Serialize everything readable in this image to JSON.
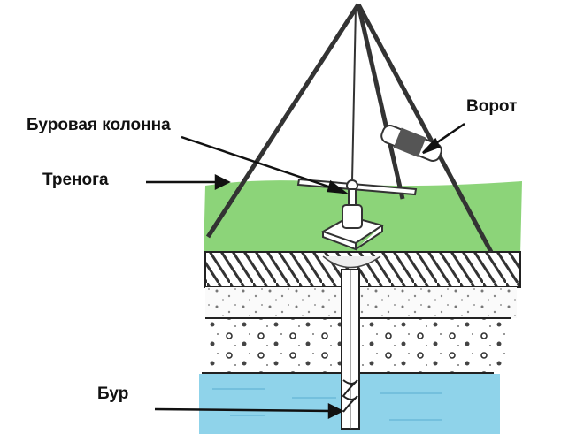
{
  "labels": {
    "winch": "Ворот",
    "drill_column": "Буровая колонна",
    "tripod": "Тренога",
    "drill_bit": "Бур"
  },
  "colors": {
    "grass": "#7fcf6a",
    "water": "#8fd3ea",
    "ink": "#222222"
  }
}
